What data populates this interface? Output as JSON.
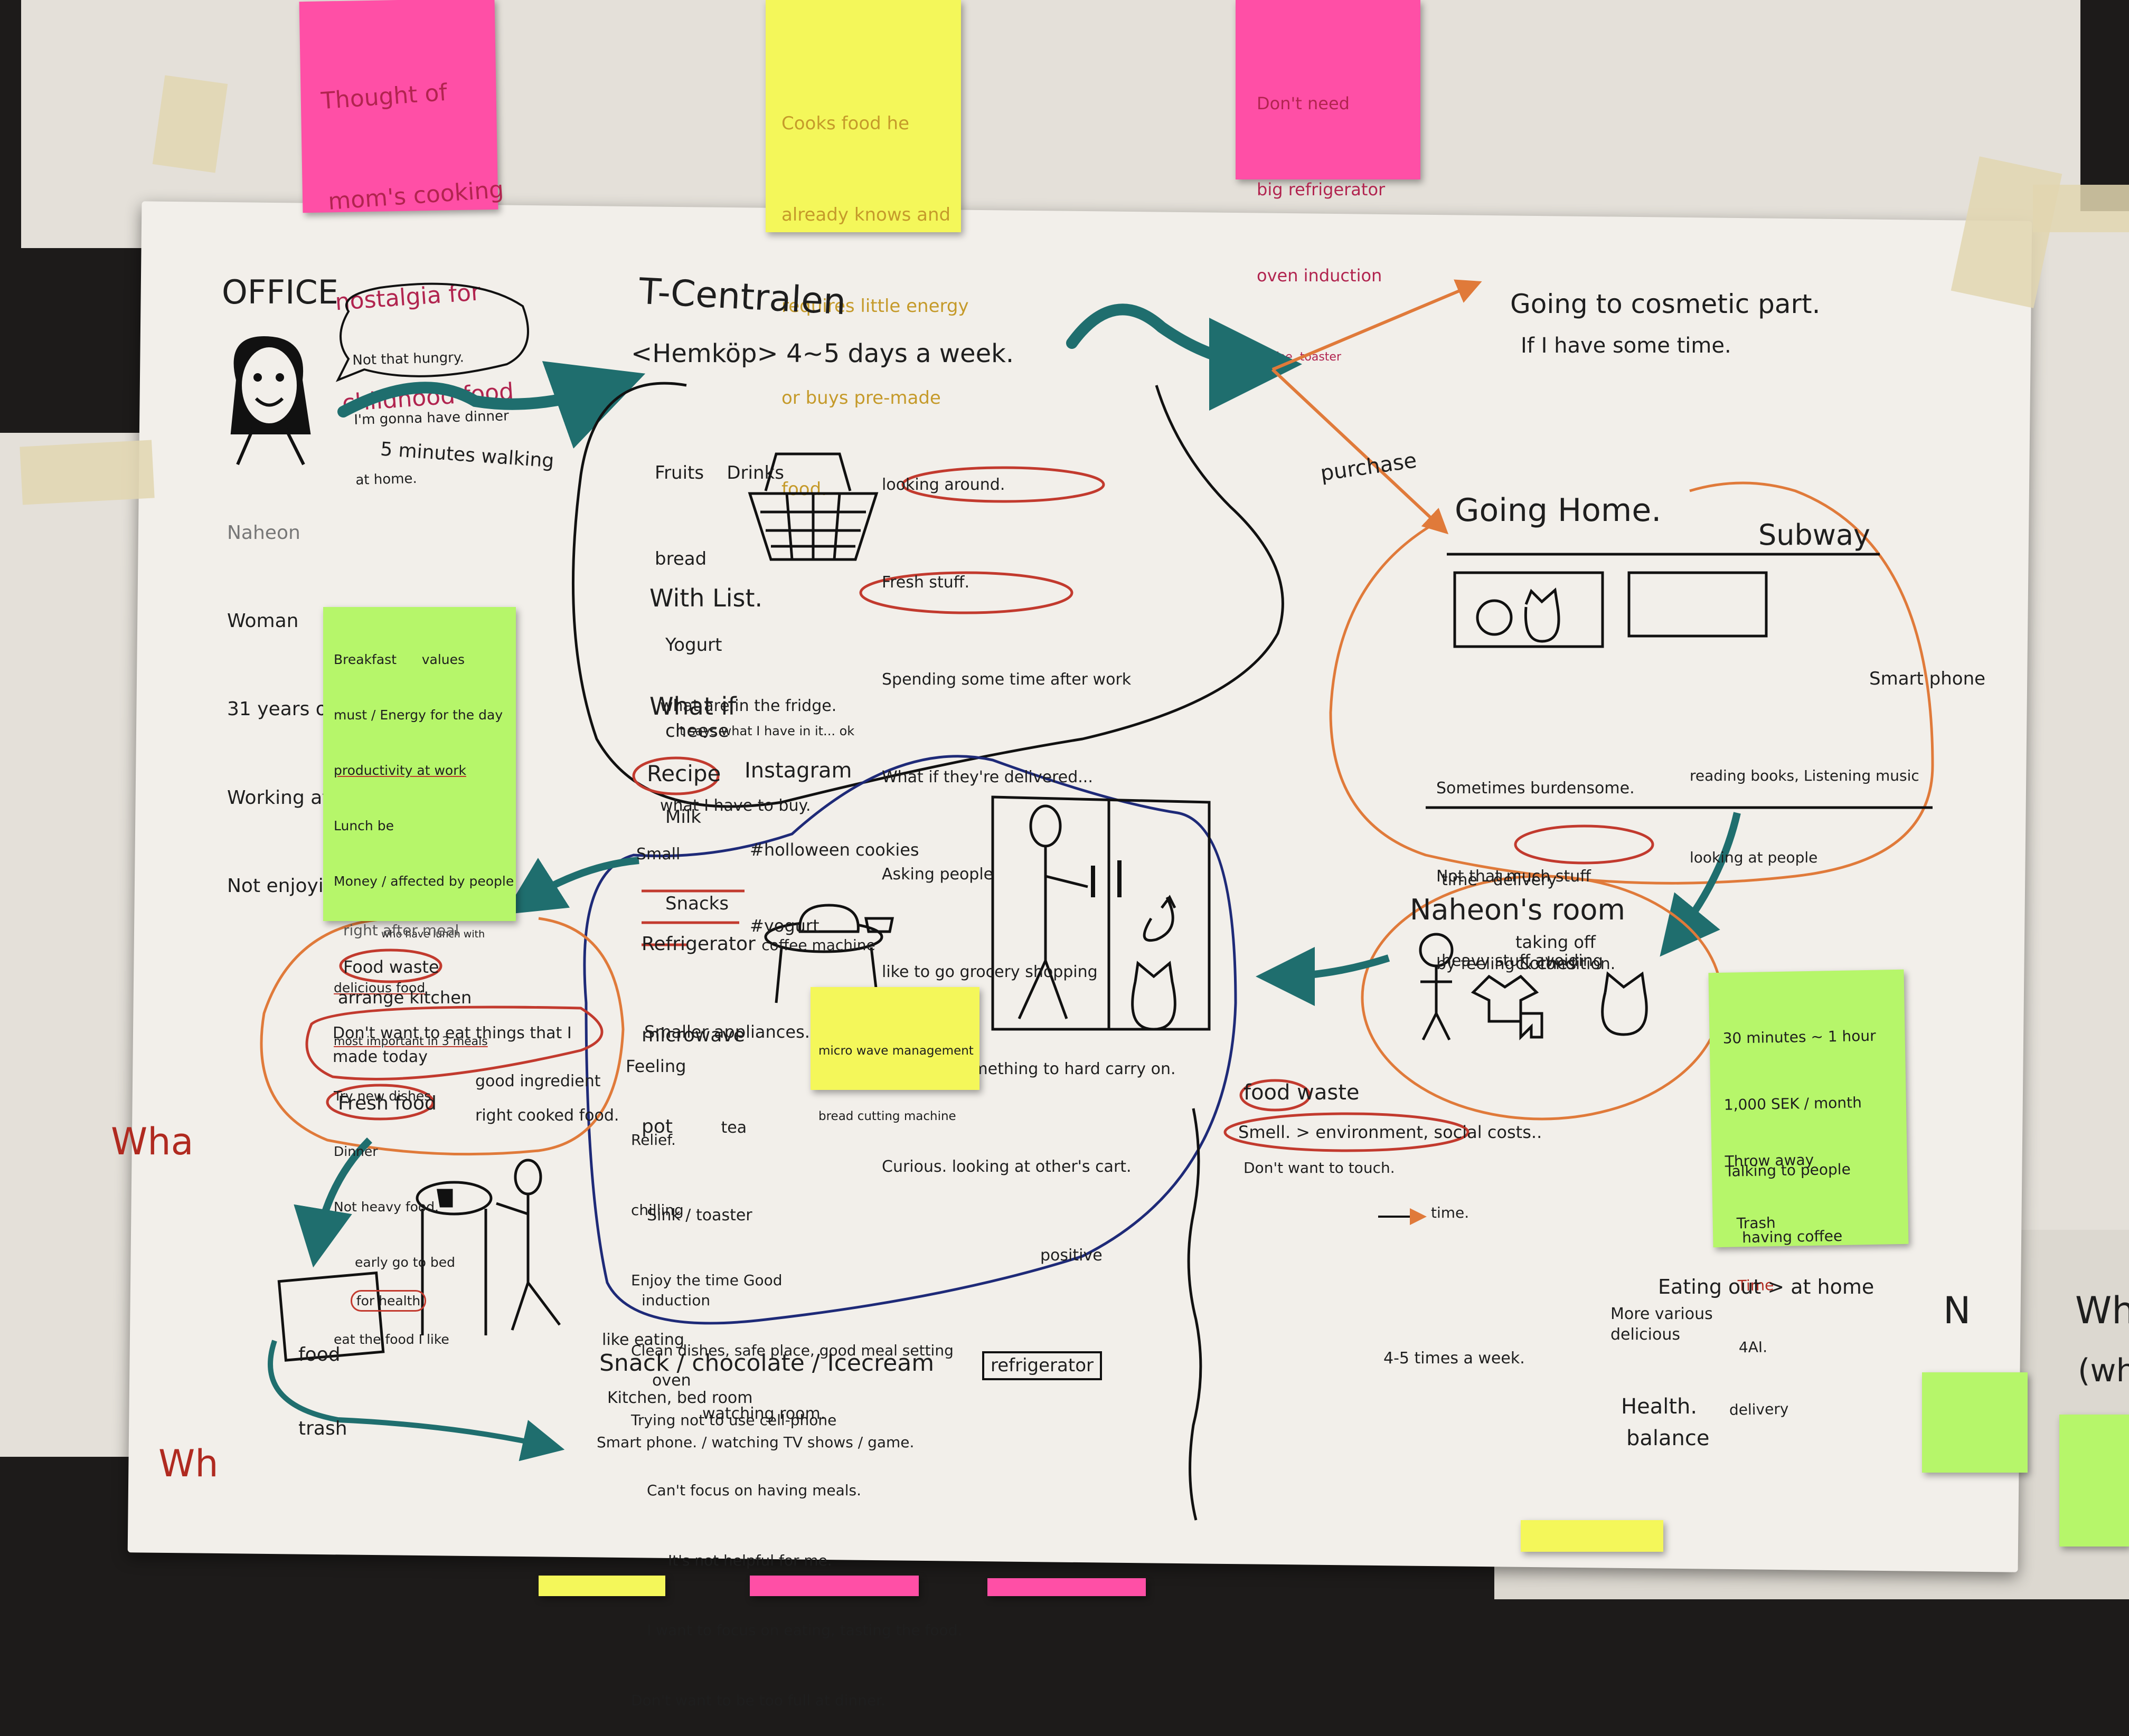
{
  "top_stickies": {
    "pink_left": [
      "Thought of",
      "mom's cooking",
      "nostalgia for",
      "childhood food"
    ],
    "yellow_center": [
      "Cooks food he",
      "already knows and",
      "requires little energy",
      "or buys pre-made",
      "food."
    ],
    "pink_right": [
      "Don't need",
      "big refrigerator",
      "oven induction",
      "coffee, toaster"
    ]
  },
  "office": {
    "title": "OFFICE",
    "speech_bubble": [
      "Not that hungry.",
      "I'm gonna have dinner",
      "at home."
    ],
    "walking": "5 minutes walking",
    "persona": [
      "Naheon",
      "Woman",
      "31 years old",
      "Working at Spotify",
      "Not enjoying cooking"
    ]
  },
  "values_sticky": [
    "Breakfast",
    "values",
    "must / Energy for the",
    "day",
    "productivity at work",
    "Lunch be",
    "Money / affected by people",
    "who have lunch with",
    "delicious food",
    "most important in 3 meals",
    "Try new dishes",
    "Dinner",
    "Not heavy food.",
    "early go to bed",
    "for health",
    "eat the food I like"
  ],
  "store": {
    "title": "T-Centralen",
    "subtitle": "<Hemköp> 4~5 days a week.",
    "items": [
      "Fruits",
      "Drinks",
      "bread",
      "Yogurt",
      "cheese",
      "Milk",
      "Snacks"
    ],
    "with_list": "With List.",
    "list_notes": [
      "what are in the fridge.",
      "what I have to buy."
    ],
    "what_if": "What if",
    "what_if_note": "It says what I have in it... ok",
    "recipe": "Recipe",
    "instagram": "Instagram",
    "tags": [
      "#holloween cookies",
      "#yogurt"
    ],
    "right_notes": [
      "looking around.",
      "Fresh stuff.",
      "Spending some time after work",
      "What if they're delivered...",
      "Asking people",
      "like to go grocery shopping",
      "Delivery Something to hard carry on.",
      "Curious. looking at other's cart.",
      "positive"
    ]
  },
  "branch": {
    "cosmetic": "Going to cosmetic part.",
    "cosmetic_note": "If I have some time.",
    "purchase": "purchase"
  },
  "going_home": {
    "title": "Going Home.",
    "subway": "Subway",
    "left_notes": [
      "Sometimes burdensome.",
      "Not that much stuff",
      "by feeling & condition."
    ],
    "right_notes": [
      "reading books, Listening music",
      "looking at people"
    ],
    "smartphone": "Smart phone",
    "bottom_notes": [
      "time - delivery",
      "heavy stuff avoiding"
    ]
  },
  "room": {
    "title": "Naheon's room",
    "taking_off": "taking off clothes"
  },
  "room_sticky": [
    "30 minutes ~ 1 hour",
    "1,000 SEK / month",
    "Talking to people",
    "having coffee",
    "Throw away",
    "Trash",
    "Time",
    "4AI.",
    "delivery"
  ],
  "kitchen": {
    "small": "Small",
    "items": [
      "Refrigerator",
      "coffee machine",
      "microwave",
      "pot",
      "tea",
      "Sink / toaster",
      "induction",
      "oven"
    ],
    "smaller": "Smaller appliances.",
    "feeling": "Feeling",
    "feeling_notes": [
      "Relief.",
      "chilling",
      "Enjoy the time Good",
      "Clean dishes, safe place, good meal setting",
      "Trying not to use cell-phone",
      "Can't focus on having meals.",
      "It's not helpful for me.",
      "I want to focus on eating, tasting the food.",
      "Don't want to be too full at dinner."
    ]
  },
  "kitchen_sticky": [
    "micro wave management",
    "bread cutting machine"
  ],
  "left_loop": {
    "cut_text": "right after meal",
    "food_waste": "Food waste",
    "arrange": "arrange kitchen",
    "dont_want": "Don't want to eat things that I made today",
    "fresh_food": "Fresh food",
    "good_ingredient": "good ingredient",
    "right_cooked": "right cooked food.",
    "trash_box": [
      "food",
      "trash"
    ]
  },
  "bottom": {
    "like_eating": "like eating",
    "snack": "Snack / chocolate / Icecream",
    "refrigerator": "refrigerator",
    "kitchen_bedroom": "Kitchen, bed room",
    "watching_room": "watching room.",
    "smartphone": "Smart phone. / watching TV shows / game."
  },
  "right_notes": {
    "food_waste": "food waste",
    "smell": "Smell. > environment, social costs..",
    "dont_touch": "Don't want to touch.",
    "time": "time.",
    "eating_out": "Eating out > at home",
    "more_various": "More various delicious",
    "times_week": "4-5 times a week.",
    "health": "Health.",
    "balance": "balance"
  },
  "edge_text": {
    "left1": "Wha",
    "left2": "Wh",
    "right1": "N",
    "right2": "Wh",
    "right3": "(wh"
  },
  "colors": {
    "teal_arrow": "#1f6e6e",
    "orange_line": "#e07a3a",
    "navy_line": "#1e2a78",
    "red_circle": "#c23a2e",
    "paper": "#f2efea"
  }
}
